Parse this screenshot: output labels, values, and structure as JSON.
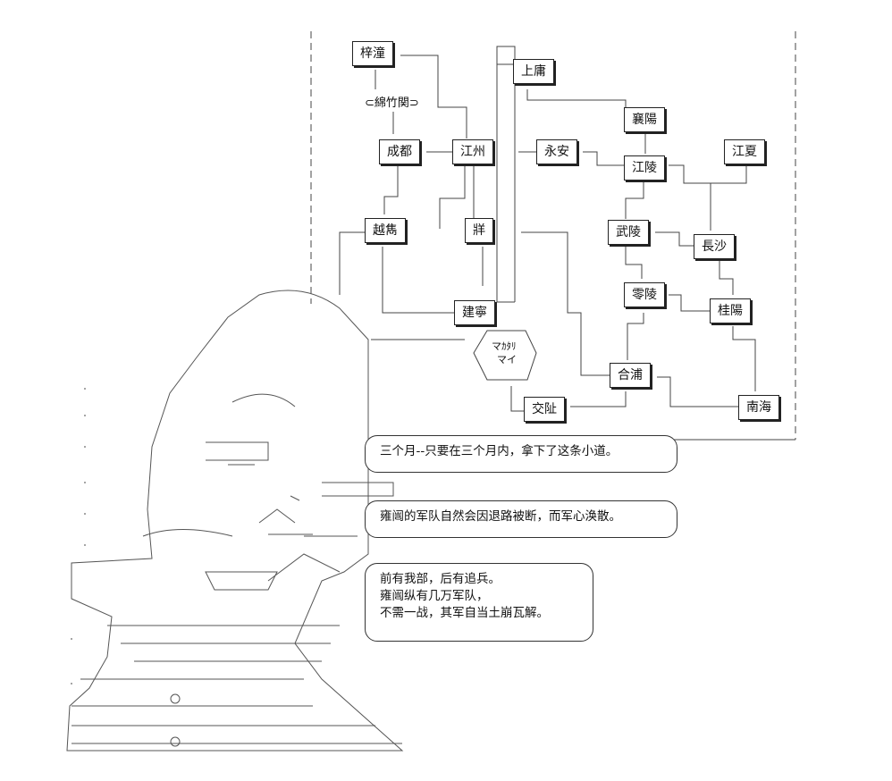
{
  "map": {
    "nodes": {
      "zitong": "梓潼",
      "shangyong": "上庸",
      "mianzhuguan": "⊂綿竹関⊃",
      "xiangyang": "襄陽",
      "chengdu": "成都",
      "jiangzhou": "江州",
      "yongan": "永安",
      "jiangling": "江陵",
      "jiangxia": "江夏",
      "yuexi": "越雋",
      "zangke": "牂",
      "wuling": "武陵",
      "changsha": "長沙",
      "lingling": "零陵",
      "jianning": "建寧",
      "guiyang": "桂陽",
      "hepu": "合浦",
      "jiaozhi": "交阯",
      "nanhai": "南海"
    },
    "road_sign": [
      "マｶﾀﾘ",
      "マイ"
    ]
  },
  "dialogue": [
    {
      "lines": [
        "三个月--只要在三个月内，拿下了这条小道。"
      ]
    },
    {
      "lines": [
        "雍闿的军队自然会因退路被断，而军心涣散。"
      ]
    },
    {
      "lines": [
        "前有我部，后有追兵。",
        "雍闿纵有几万军队，",
        "不需一战，其军自当土崩瓦解。"
      ]
    }
  ]
}
